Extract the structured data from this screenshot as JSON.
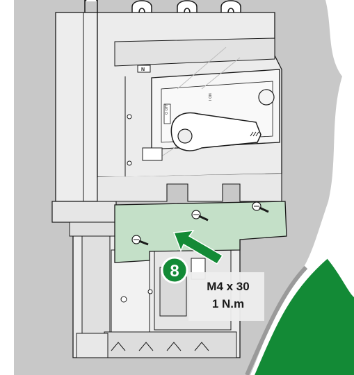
{
  "step": {
    "number": "8"
  },
  "spec": {
    "screw": "M4 x 30",
    "torque": "1 N.m"
  },
  "breaker": {
    "neutral_mark": "N",
    "off_label": "O OFF",
    "on_label": "I ON"
  },
  "colors": {
    "background_wall": "#c8c8c8",
    "breaker_body": "#ececec",
    "cover_plate": "#c4e0c8",
    "step_badge": "#138a36",
    "arrow": "#138a36",
    "page_curl": "#138a36",
    "outline": "#1a1a1a"
  },
  "icons": [
    "screw-icon",
    "push-arrow-icon",
    "page-curl-icon",
    "rotary-handle-icon"
  ]
}
